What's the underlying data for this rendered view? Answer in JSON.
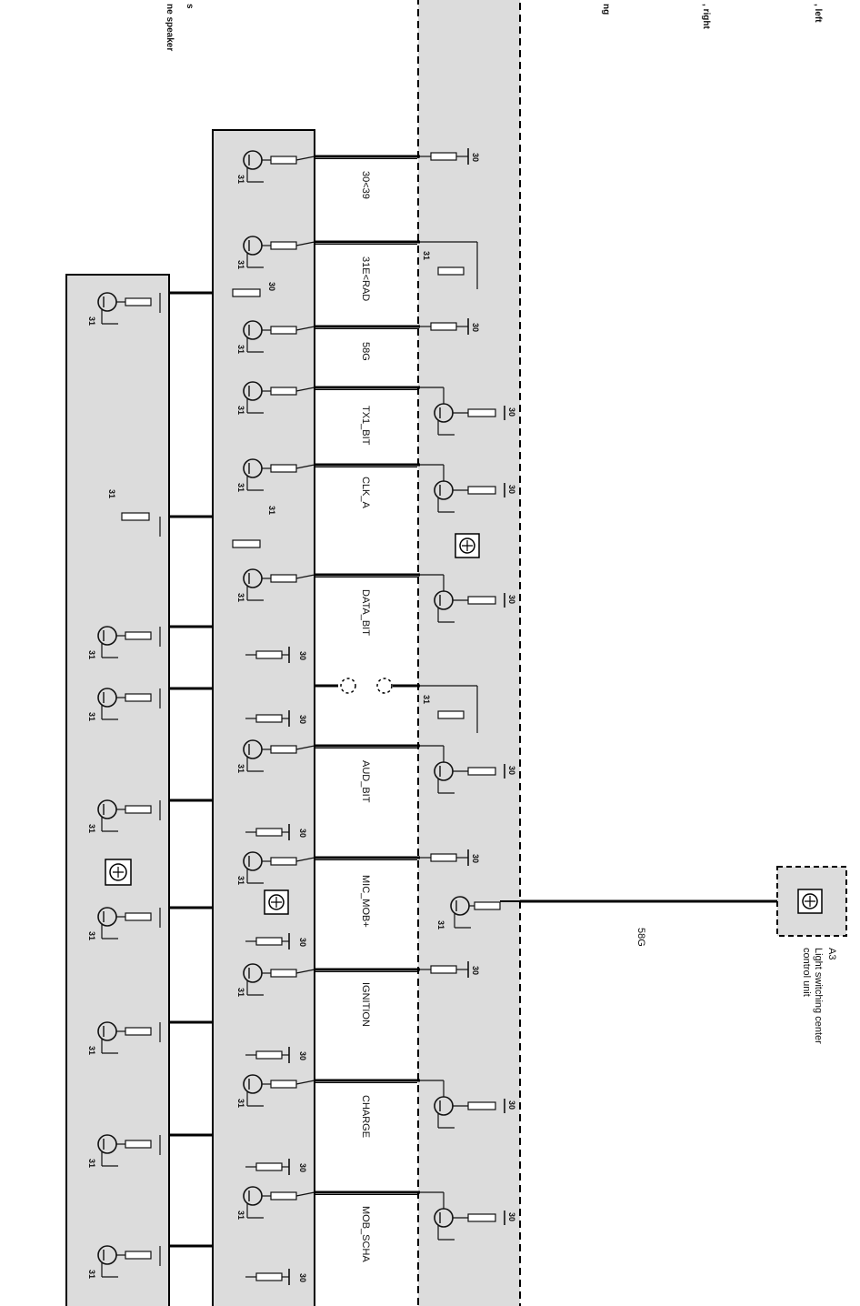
{
  "header_fragments": {
    "left_1": "ne speaker",
    "left_0": "s",
    "mid": "ng",
    "right_1": ", right",
    "right_2": ", left"
  },
  "signals": [
    "30<39",
    "31E<RAD",
    "58G",
    "TX1_BIT",
    "CLK_A",
    "DATA_BIT",
    "AUD_BIT",
    "MIC_MOB+",
    "IGNITION",
    "CHARGE",
    "MOB_SCHA"
  ],
  "pin_labels": {
    "supply": "30",
    "ground": "31"
  },
  "connection": {
    "wire_label": "58G"
  },
  "external_unit": {
    "id": "A3",
    "name_line1": "Light switching center",
    "name_line2": "control unit"
  },
  "colors": {
    "module_fill": "#dcdcdc",
    "wire": "#000000",
    "component": "#111111"
  }
}
